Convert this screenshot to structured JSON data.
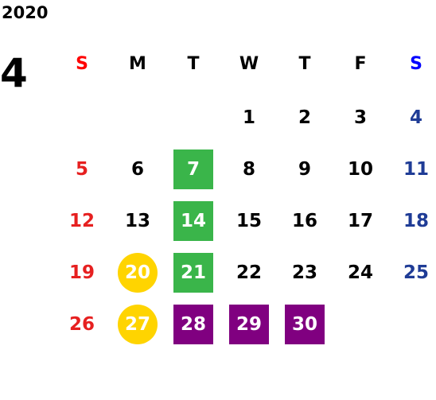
{
  "year": "2020",
  "month": "4",
  "weekdays": [
    "S",
    "M",
    "T",
    "W",
    "T",
    "F",
    "S"
  ],
  "colors": {
    "sunday": "#e62020",
    "saturday": "#1f3c96",
    "green": "#3ab54a",
    "purple": "#800080",
    "yellow": "#ffd400"
  },
  "weeks": [
    [
      "",
      "",
      "",
      "1",
      "2",
      "3",
      "4"
    ],
    [
      "5",
      "6",
      "7",
      "8",
      "9",
      "10",
      "11"
    ],
    [
      "12",
      "13",
      "14",
      "15",
      "16",
      "17",
      "18"
    ],
    [
      "19",
      "20",
      "21",
      "22",
      "23",
      "24",
      "25"
    ],
    [
      "26",
      "27",
      "28",
      "29",
      "30",
      "",
      ""
    ]
  ]
}
